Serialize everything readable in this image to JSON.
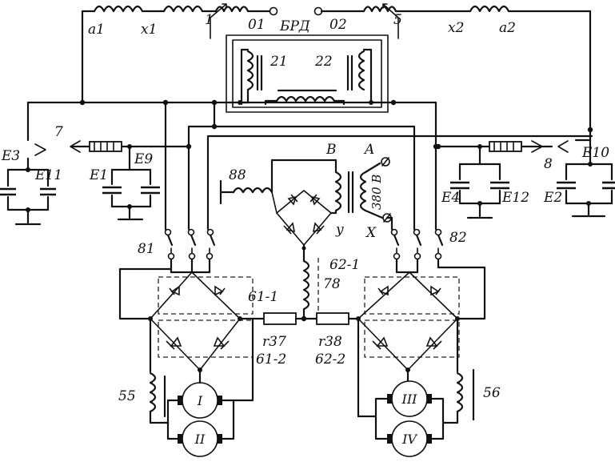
{
  "labels": {
    "a1": "a1",
    "x1": "x1",
    "n1": "1",
    "o1": "01",
    "brd": "БРД",
    "o2": "02",
    "n5": "5",
    "x2": "x2",
    "a2": "a2",
    "w21": "21",
    "w22": "22",
    "n7": "7",
    "n8": "8",
    "e3": "E3",
    "e11": "E11",
    "e1": "E1",
    "e9": "E9",
    "e10": "E10",
    "e4": "E4",
    "e12": "E12",
    "e2": "E2",
    "b": "B",
    "a": "A",
    "v380": "380 B",
    "y": "y",
    "x": "X",
    "n88": "88",
    "n81": "81",
    "n82": "82",
    "n61_1": "61-1",
    "n62_1": "62-1",
    "n78": "78",
    "r37": "r37",
    "n61_2": "61-2",
    "r38": "r38",
    "n62_2": "62-2",
    "n55": "55",
    "n56": "56",
    "m1": "I",
    "m2": "II",
    "m3": "III",
    "m4": "IV"
  }
}
